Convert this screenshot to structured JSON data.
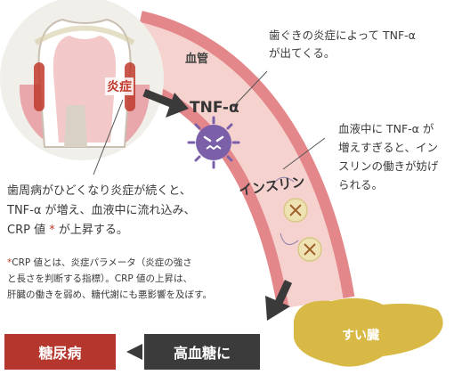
{
  "colors": {
    "vessel_outer": "#e4878a",
    "vessel_inner": "#f6d2cf",
    "inflammation": "#c0392b",
    "arrow": "#3a3a3a",
    "pancreas": "#d8b945",
    "virus": "#7b5fa8",
    "cell": "#efe3b4",
    "box_red": "#b5362c",
    "box_dark": "#3b3b3b"
  },
  "labels": {
    "vessel": "血管",
    "inflammation": "炎症",
    "tnf": "TNF-α",
    "insulin": "インスリン",
    "pancreas": "すい臓"
  },
  "notes": {
    "gum": [
      "歯ぐきの炎症によって TNF-α",
      "が出てくる。"
    ],
    "blood": [
      "血液中に TNF-α が",
      "増えすぎると、イン",
      "スリンの働きが妨げ",
      "られる。"
    ],
    "perio": [
      "歯周病がひどくなり炎症が続くと、",
      "TNF-α が増え、血液中に流れ込み、",
      "CRP 値",
      "が上昇する。"
    ],
    "asterisk": "*",
    "crp": [
      "CRP 値とは、炎症パラメータ（炎症の強さ",
      "と長さを判断する指標）。CRP 値の上昇は、",
      "肝臓の働きを弱め、糖代謝にも悪影響を及ぼす。"
    ]
  },
  "flow": {
    "high_sugar": "高血糖に",
    "diabetes": "糖尿病"
  },
  "icons": [
    "tooth-icon",
    "virus-icon",
    "insulin-cell-icon",
    "pancreas-icon",
    "arrow-icon"
  ]
}
